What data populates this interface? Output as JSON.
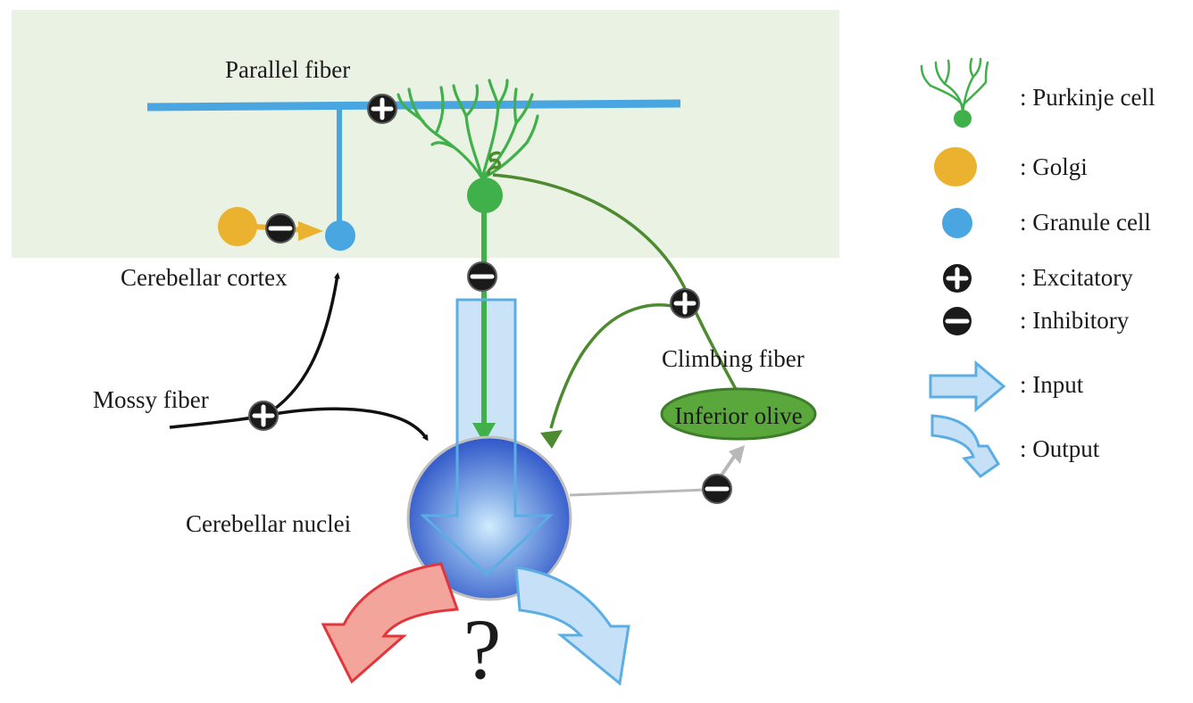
{
  "labels": {
    "parallel_fiber": "Parallel fiber",
    "cerebellar_cortex": "Cerebellar cortex",
    "mossy_fiber": "Mossy fiber",
    "cerebellar_nuclei": "Cerebellar nuclei",
    "climbing_fiber": "Climbing fiber",
    "inferior_olive": "Inferior olive",
    "question_mark": "?"
  },
  "legend": {
    "purkinje": ": Purkinje cell",
    "golgi": ": Golgi",
    "granule": ": Granule cell",
    "excitatory": ": Excitatory",
    "inhibitory": ": Inhibitory",
    "input": ": Input",
    "output": ": Output"
  },
  "colors": {
    "cortex_bg": "#eaf3e3",
    "parallel_fiber": "#4aa6e0",
    "purkinje": "#3fb04a",
    "climbing_fiber": "#4e8a30",
    "golgi": "#eab22e",
    "granule": "#4aa6e0",
    "inferior_olive": "#5aa83c",
    "arrow_black": "#111111",
    "arrow_gray": "#b8b8b8",
    "output_red": "#e2363c",
    "output_blue": "#5aaee4"
  }
}
